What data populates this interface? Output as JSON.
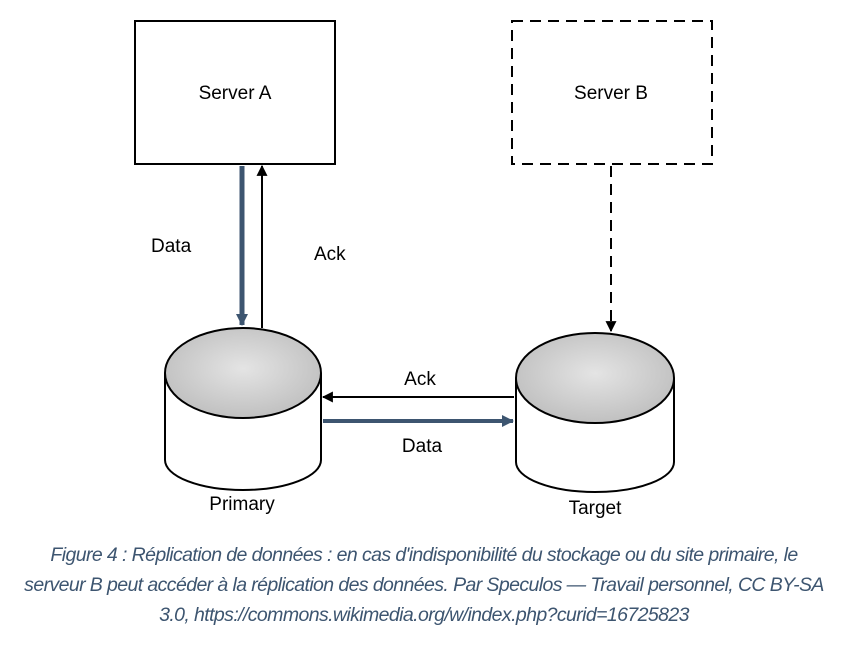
{
  "diagram": {
    "nodes": {
      "server_a": "Server A",
      "server_b": "Server B",
      "primary": "Primary",
      "target": "Target"
    },
    "edges": {
      "a_to_primary": "Data",
      "primary_to_a": "Ack",
      "target_to_primary": "Ack",
      "primary_to_target": "Data"
    }
  },
  "caption": {
    "line1": "Figure 4 : Réplication de données : en cas d'indisponibilité du stockage ou du site primaire, le",
    "line2": "serveur B peut accéder à la réplication des données. Par Speculos — Travail personnel, CC BY-SA",
    "line3": "3.0, https://commons.wikimedia.org/w/index.php?curid=16725823"
  },
  "colors": {
    "data_arrow": "#3d5570",
    "caption": "#3d5570",
    "cylinder_top": "#cccccc"
  }
}
